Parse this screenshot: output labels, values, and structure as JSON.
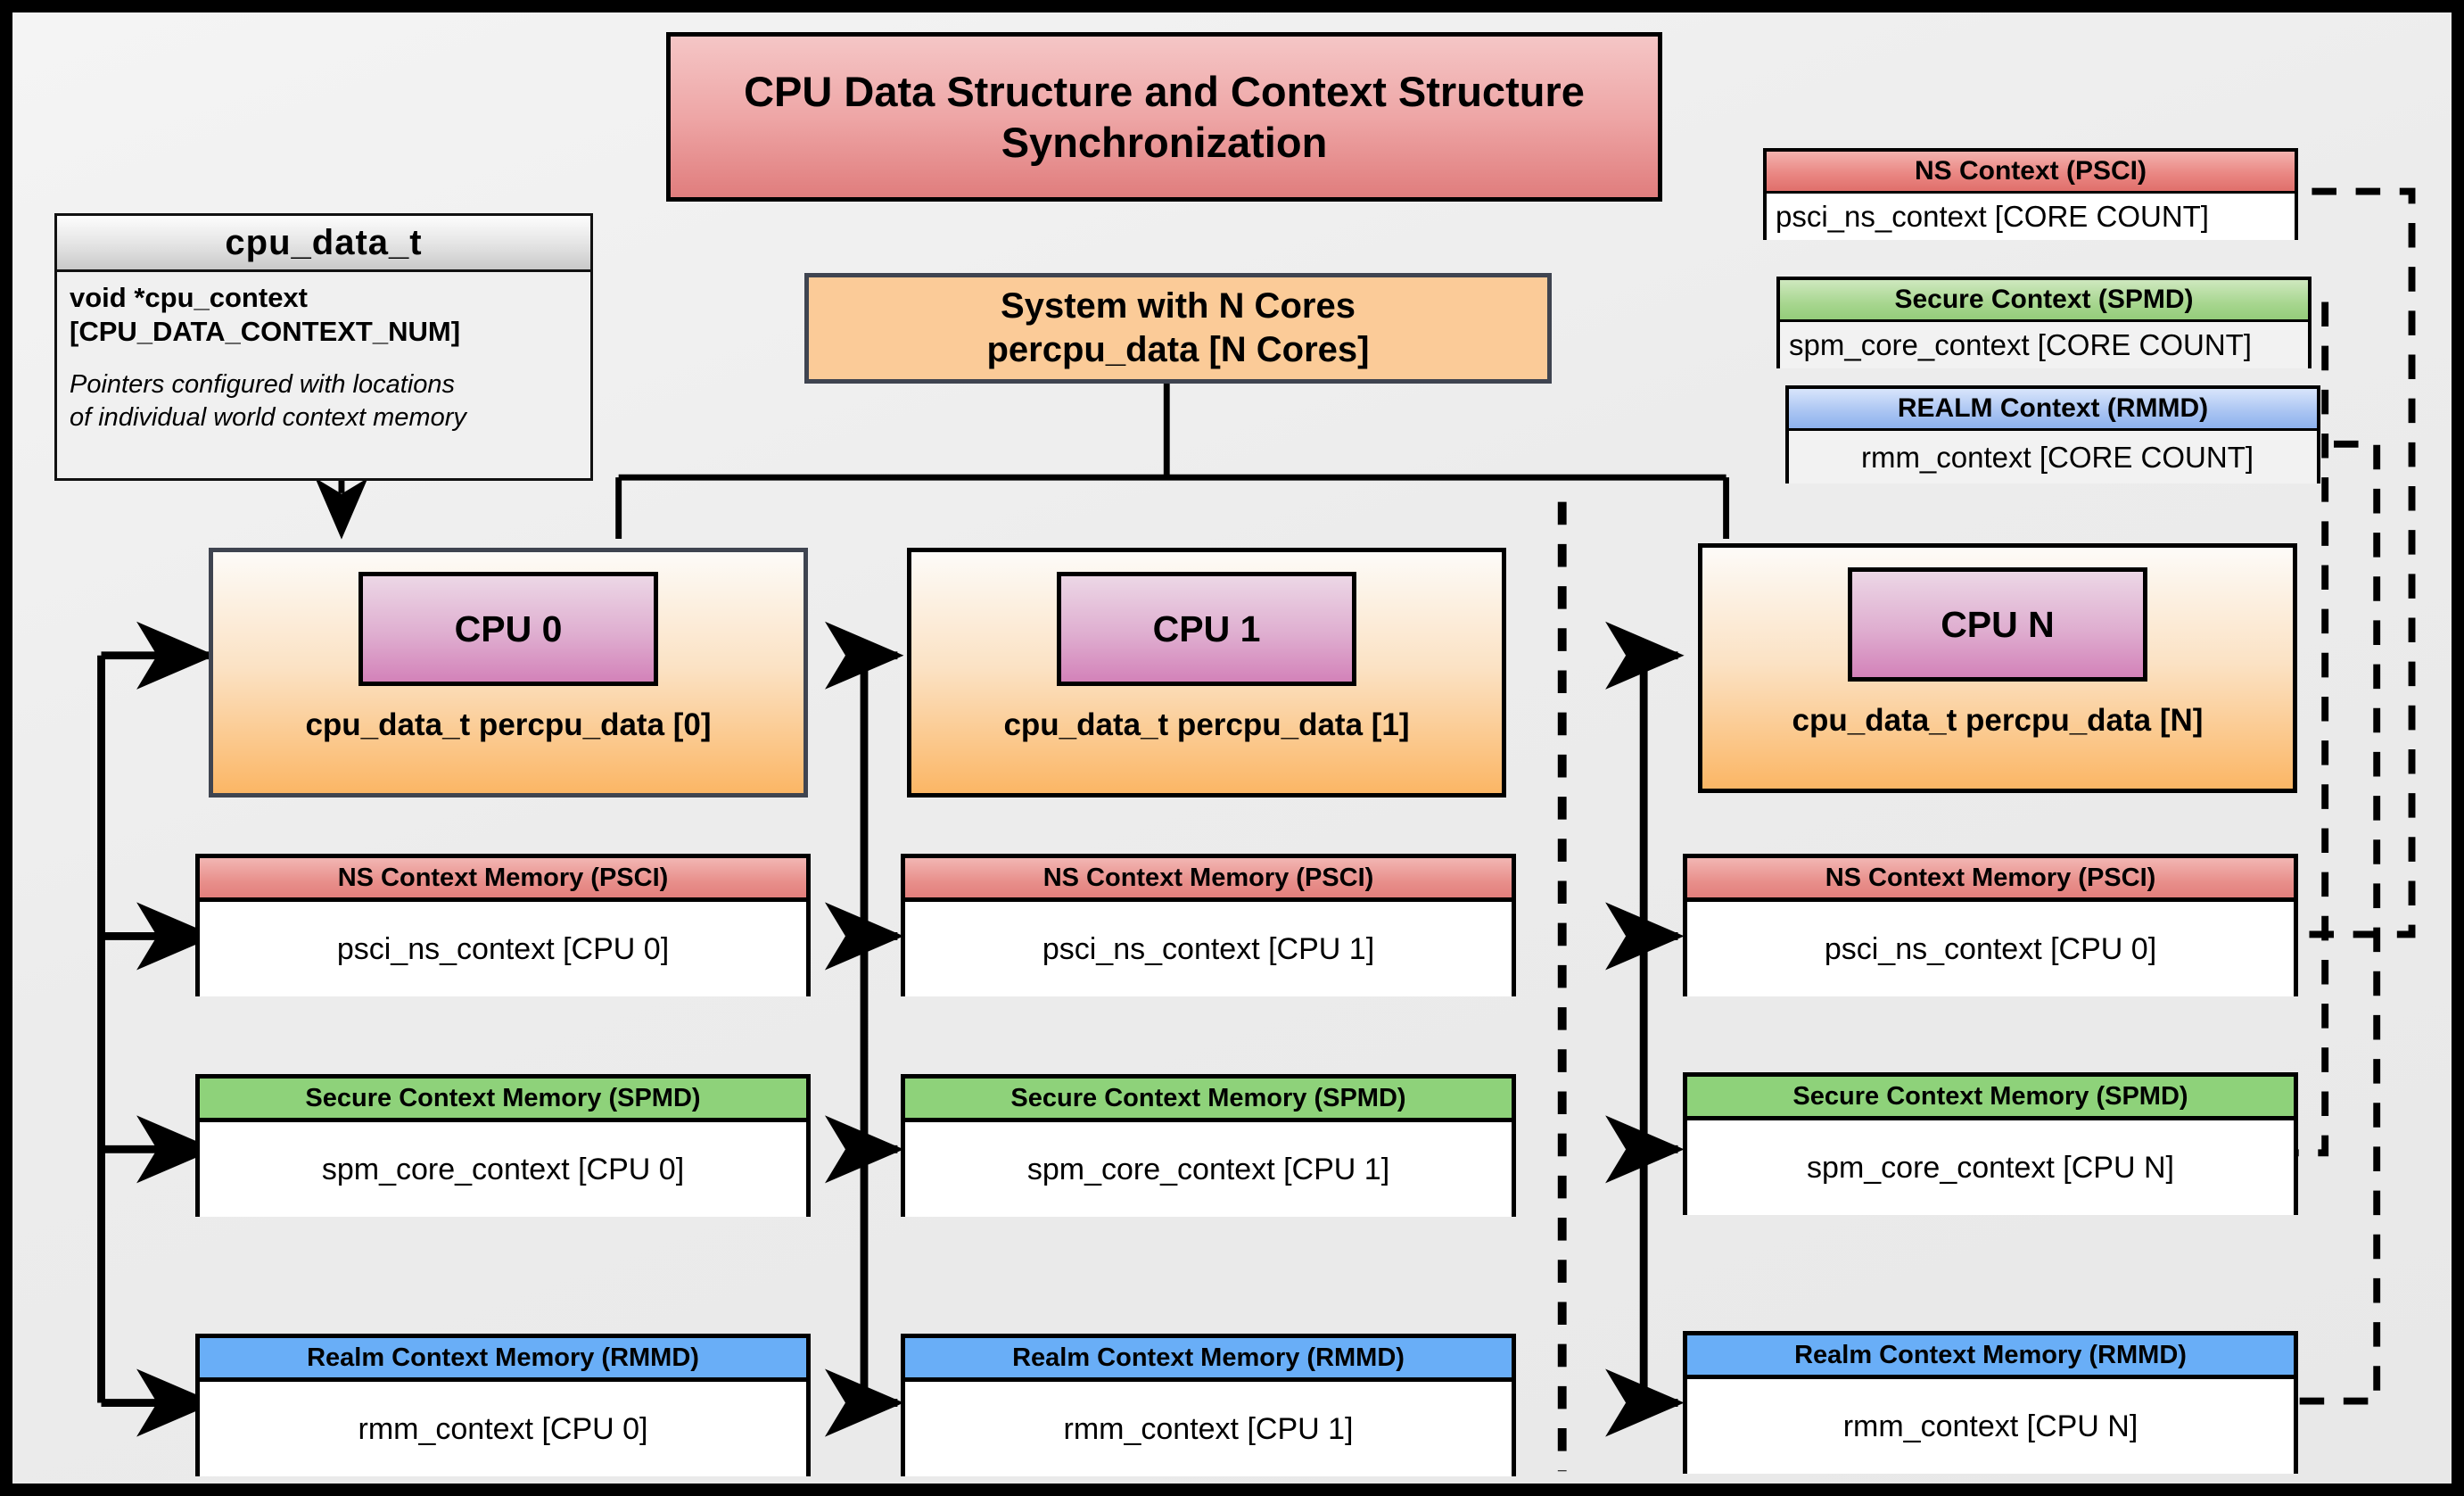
{
  "title": "CPU Data Structure and Context Structure Synchronization",
  "struct": {
    "name": "cpu_data_t",
    "field": "void  *cpu_context [CPU_DATA_CONTEXT_NUM]",
    "field_line1": "void  *cpu_context",
    "field_line2": "[CPU_DATA_CONTEXT_NUM]",
    "note_line1": "Pointers configured with locations",
    "note_line2": "of individual world context memory"
  },
  "system": {
    "line1": "System with N Cores",
    "line2": "percpu_data [N Cores]"
  },
  "legend": [
    {
      "header": "NS Context  (PSCI)",
      "body": "psci_ns_context [CORE COUNT]",
      "color": "#e27f7c"
    },
    {
      "header": "Secure Context (SPMD)",
      "body": "spm_core_context [CORE COUNT]",
      "color": "#94cd7a"
    },
    {
      "header": "REALM Context (RMMD)",
      "body": "rmm_context [CORE COUNT]",
      "color": "#8db2ee"
    }
  ],
  "columns": [
    {
      "cpu_name": "CPU 0",
      "cpu_label": "cpu_data_t percpu_data [0]",
      "contexts": [
        {
          "header": "NS Context Memory (PSCI)",
          "body": "psci_ns_context [CPU 0]",
          "kind": "ns"
        },
        {
          "header": "Secure Context Memory (SPMD)",
          "body": "spm_core_context [CPU 0]",
          "kind": "sec"
        },
        {
          "header": "Realm Context Memory (RMMD)",
          "body": "rmm_context [CPU 0]",
          "kind": "realm"
        }
      ]
    },
    {
      "cpu_name": "CPU 1",
      "cpu_label": "cpu_data_t percpu_data [1]",
      "contexts": [
        {
          "header": "NS Context Memory (PSCI)",
          "body": "psci_ns_context [CPU 1]",
          "kind": "ns"
        },
        {
          "header": "Secure Context Memory (SPMD)",
          "body": "spm_core_context [CPU 1]",
          "kind": "sec"
        },
        {
          "header": "Realm Context Memory (RMMD)",
          "body": "rmm_context [CPU 1]",
          "kind": "realm"
        }
      ]
    },
    {
      "cpu_name": "CPU N",
      "cpu_label": "cpu_data_t percpu_data [N]",
      "contexts": [
        {
          "header": "NS Context Memory (PSCI)",
          "body": "psci_ns_context [CPU 0]",
          "kind": "ns"
        },
        {
          "header": "Secure Context Memory (SPMD)",
          "body": "spm_core_context [CPU N]",
          "kind": "sec"
        },
        {
          "header": "Realm Context Memory (RMMD)",
          "body": "rmm_context [CPU N]",
          "kind": "realm"
        }
      ]
    }
  ],
  "colors": {
    "ns": "#e27f7c",
    "secure": "#8ed27a",
    "realm": "#69aef7",
    "cpu_fill": "#fbb665",
    "chip": "#d382b9",
    "title": "#e07d7d",
    "background": "#ececec"
  }
}
